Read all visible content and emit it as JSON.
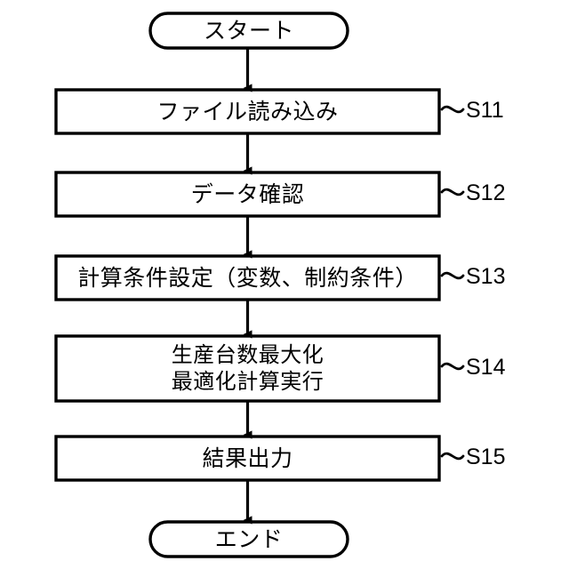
{
  "diagram": {
    "type": "flowchart",
    "orientation": "vertical",
    "nodes": [
      {
        "id": "start",
        "shape": "stadium",
        "text": "スタート",
        "step": ""
      },
      {
        "id": "s11",
        "shape": "rectangle",
        "text": "ファイル読み込み",
        "step": "S11"
      },
      {
        "id": "s12",
        "shape": "rectangle",
        "text": "データ確認",
        "step": "S12"
      },
      {
        "id": "s13",
        "shape": "rectangle",
        "text": "計算条件設定（変数、制約条件）",
        "step": "S13"
      },
      {
        "id": "s14",
        "shape": "rectangle",
        "text": "生産台数最大化\n最適化計算実行",
        "step": "S14"
      },
      {
        "id": "s15",
        "shape": "rectangle",
        "text": "結果出力",
        "step": "S15"
      },
      {
        "id": "end",
        "shape": "stadium",
        "text": "エンド",
        "step": ""
      }
    ],
    "edges": [
      {
        "from": "start",
        "to": "s11",
        "arrow": "down"
      },
      {
        "from": "s11",
        "to": "s12",
        "arrow": "down"
      },
      {
        "from": "s12",
        "to": "s13",
        "arrow": "down"
      },
      {
        "from": "s13",
        "to": "s14",
        "arrow": "down"
      },
      {
        "from": "s14",
        "to": "s15",
        "arrow": "down"
      },
      {
        "from": "s15",
        "to": "end",
        "arrow": "down"
      }
    ],
    "colors": {
      "stroke": "#000000",
      "fill": "#ffffff",
      "text": "#000000"
    }
  }
}
